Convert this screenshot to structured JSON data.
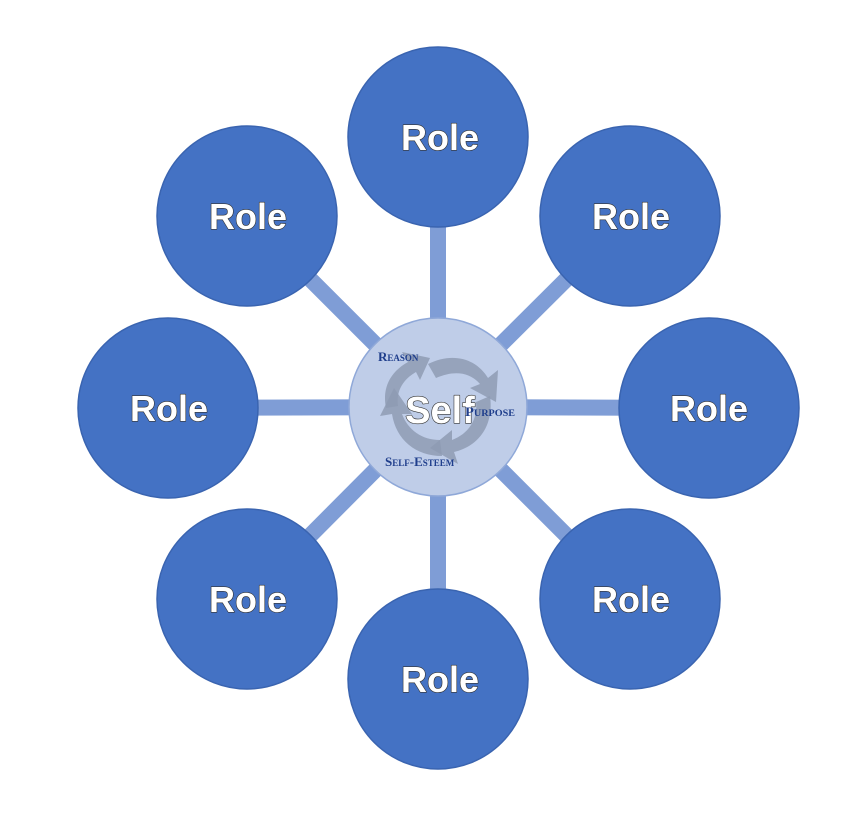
{
  "center": {
    "label": "Self",
    "cycle_labels": [
      "Reason",
      "Purpose",
      "Self-Esteem"
    ]
  },
  "roles": [
    {
      "label": "Role"
    },
    {
      "label": "Role"
    },
    {
      "label": "Role"
    },
    {
      "label": "Role"
    },
    {
      "label": "Role"
    },
    {
      "label": "Role"
    },
    {
      "label": "Role"
    },
    {
      "label": "Role"
    }
  ],
  "colors": {
    "role_fill": "#4472C4",
    "role_stroke": "#3A64B0",
    "spoke": "#7F9DD6",
    "center_fill": "#BFCDE8",
    "center_stroke": "#8FA8D8",
    "arrows": "#8E9BB3",
    "cycle_text": "#1F3E8C"
  }
}
